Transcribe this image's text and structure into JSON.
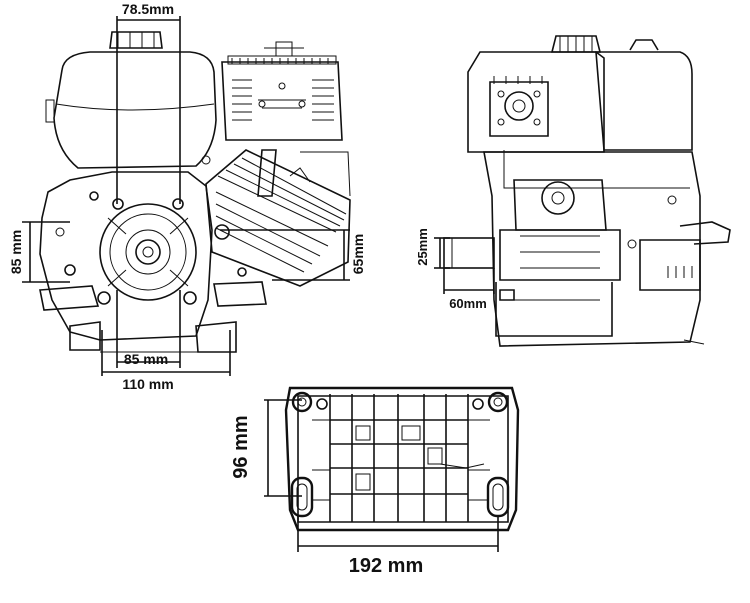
{
  "dimensions": {
    "front_top_width": "78.5mm",
    "front_left_height": "85 mm",
    "front_right_height": "65mm",
    "front_inner_width": "85 mm",
    "front_outer_width": "110 mm",
    "side_shaft_diameter": "25mm",
    "side_shaft_length": "60mm",
    "base_height": "96 mm",
    "base_width": "192 mm"
  }
}
